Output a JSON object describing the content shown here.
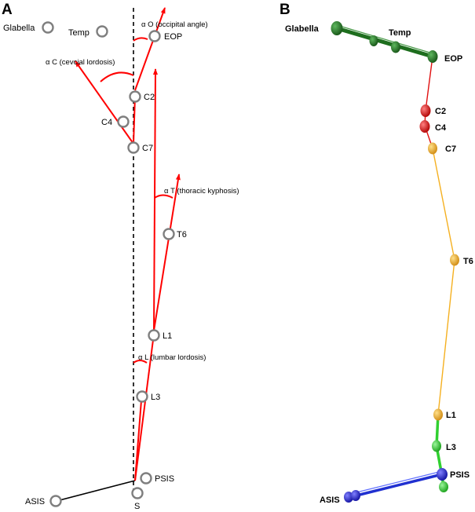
{
  "panels": {
    "a": {
      "letter": "A",
      "markers": {
        "glabella": "Glabella",
        "temp": "Temp",
        "eop": "EOP",
        "c2": "C2",
        "c4": "C4",
        "c7": "C7",
        "t6": "T6",
        "l1": "L1",
        "l3": "L3",
        "psis": "PSIS",
        "asis": "ASIS",
        "s": "S"
      },
      "angles": {
        "occipital": "α O (occipital angle)",
        "cervical": "α C (cevcial lordosis)",
        "thoracic": "α T (thoracic kyphosis)",
        "lumbar": "α L (lumbar lordosis)"
      }
    },
    "b": {
      "letter": "B",
      "markers": {
        "glabella": "Glabella",
        "temp": "Temp",
        "eop": "EOP",
        "c2": "C2",
        "c4": "C4",
        "c7": "C7",
        "t6": "T6",
        "l1": "L1",
        "l3": "L3",
        "psis": "PSIS",
        "asis": "ASIS"
      }
    }
  },
  "colors": {
    "vector": "#ff0000",
    "plumb_line": "#000000",
    "marker_outline": "#7f7f7f",
    "head_segment": "#1e6e1e",
    "cervical_segment": "#e01010",
    "thoracic_segment": "#f5b020",
    "lumbar_segment": "#30d030",
    "pelvis_segment": "#2030d0"
  }
}
